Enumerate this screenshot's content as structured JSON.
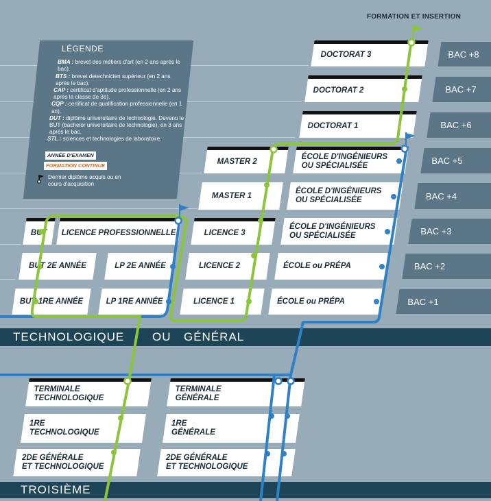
{
  "header": {
    "title": "FORMATION ET INSERTION"
  },
  "bands": {
    "tech_left": "TECHNOLOGIQUE",
    "or": "OU",
    "general": "GÉNÉRAL",
    "troisieme": "TROISIÈME"
  },
  "legend": {
    "title": "LÉGENDE",
    "entries": [
      {
        "abbr": "BMA :",
        "text": "brevet des métiers d'art (en 2 ans après le bac)."
      },
      {
        "abbr": "BTS :",
        "text": "brevet detechnicien supérieur (en 2 ans après le bac)."
      },
      {
        "abbr": "CAP :",
        "text": "certificat d'aptitude professionnelle (en 2 ans après la classe de 3e)."
      },
      {
        "abbr": "CQP :",
        "text": "certificat de qualification professionnelle (en 1 an)."
      },
      {
        "abbr": "DUT :",
        "text": "diplôme universitaire de technologie. Devenu le BUT (bachelor universitaire de technologie), en 3 ans après le bac."
      },
      {
        "abbr": "STL :",
        "text": "sciences et technologies de laboratoire."
      }
    ],
    "tag_exam": "ANNÉE D'EXAMEN",
    "tag_continuous": "FORMATION CONTINUE",
    "flag_note": "Dernier diplôme acquis ou en cours d'acquisition"
  },
  "bac_levels": [
    "BAC +8",
    "BAC +7",
    "BAC +6",
    "BAC +5",
    "BAC +4",
    "BAC +3",
    "BAC +2",
    "BAC +1"
  ],
  "cards": {
    "doctorat3": "DOCTORAT 3",
    "doctorat2": "DOCTORAT 2",
    "doctorat1": "DOCTORAT 1",
    "master2": "MASTER 2",
    "master1": "MASTER 1",
    "ecole5": "ÉCOLE D'INGÉNIEURS\nOU SPÉCIALISÉE",
    "ecole4": "ÉCOLE D'INGÉNIEURS\nOU SPÉCIALISÉE",
    "ecole3": "ÉCOLE D'INGÉNIEURS\nOU SPÉCIALISÉE",
    "but3": "BUT",
    "licencepro": "LICENCE PROFESSIONNELLE",
    "licence3": "LICENCE 3",
    "but2": "BUT 2E ANNÉE",
    "lp2": "LP 2E ANNÉE",
    "licence2": "LICENCE 2",
    "ecoleprepa2": "ÉCOLE ou PRÉPA",
    "but1": "BUT 1RE ANNÉE",
    "lp1": "LP 1RE ANNÉE",
    "licence1": "LICENCE 1",
    "ecoleprepa1": "ÉCOLE ou PRÉPA",
    "termtech": "TERMINALE\nTECHNOLOGIQUE",
    "termgen": "TERMINALE\nGÉNÉRALE",
    "premtech": "1RE\nTECHNOLOGIQUE",
    "premgen": "1RE\nGÉNÉRALE",
    "secondeL": "2DE GÉNÉRALE\nET TECHNOLOGIQUE",
    "secondeR": "2DE GÉNÉRALE\nET TECHNOLOGIQUE"
  },
  "colors": {
    "green": "#8cc43c",
    "blue": "#2f80c4",
    "background": "#98abb8",
    "band": "#1e4557",
    "panel": "#5a7687"
  }
}
